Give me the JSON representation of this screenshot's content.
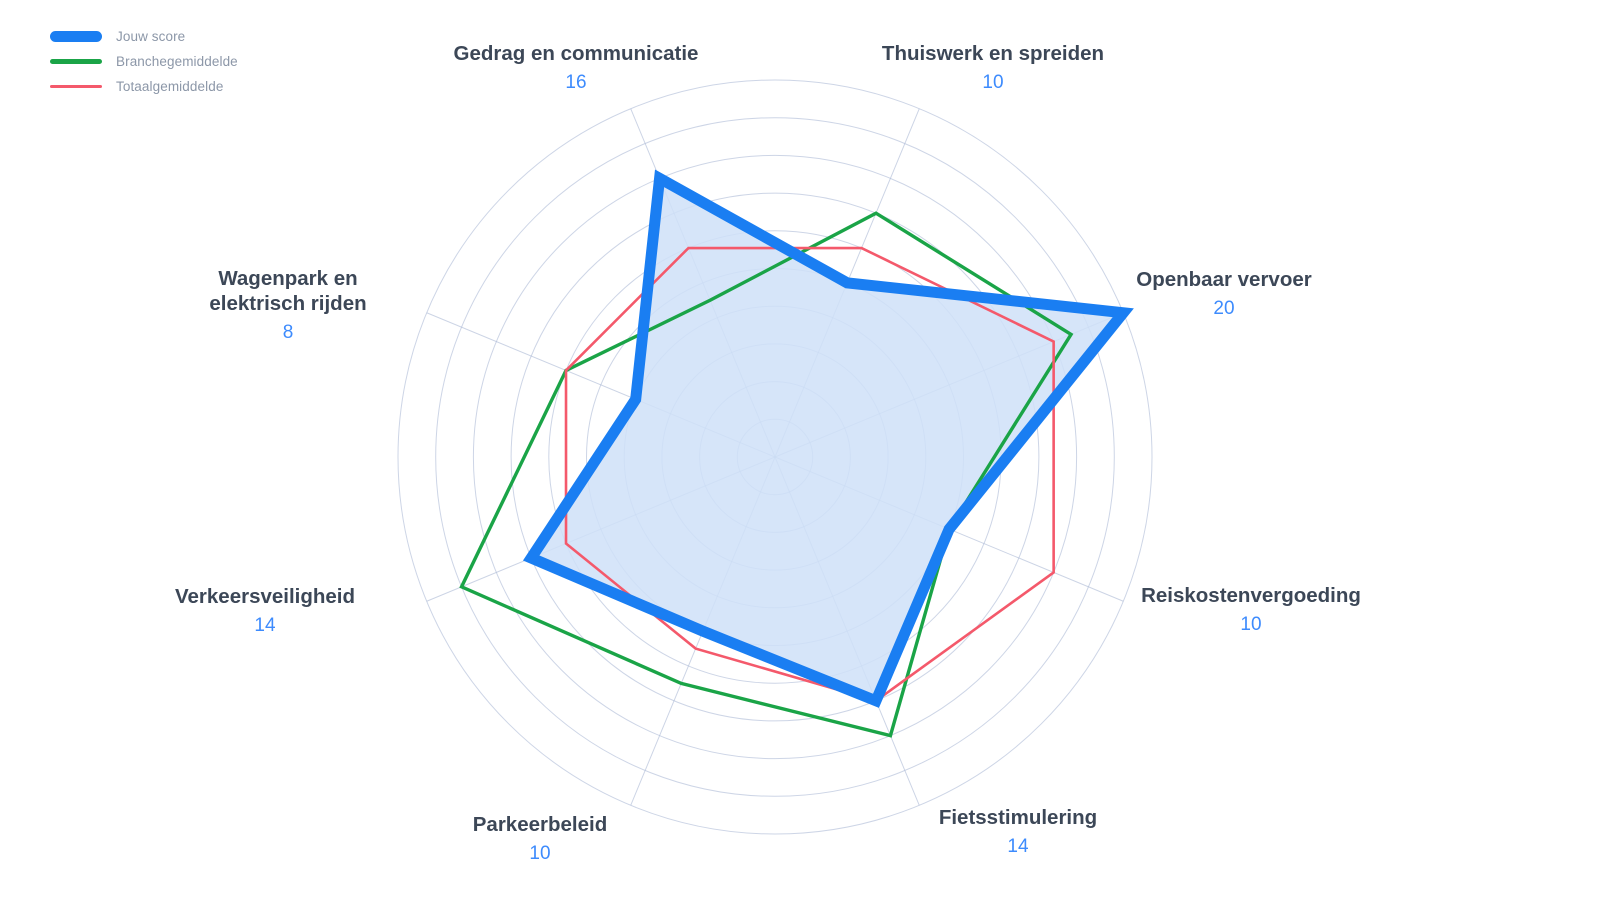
{
  "legend": {
    "items": [
      {
        "label": "Jouw score",
        "color": "#1a7ef2",
        "thickness": 11
      },
      {
        "label": "Branchegemiddelde",
        "color": "#1aa447",
        "thickness": 5
      },
      {
        "label": "Totaalgemiddelde",
        "color": "#f4596b",
        "thickness": 3
      }
    ]
  },
  "chart_data": {
    "type": "radar",
    "title": "",
    "categories": [
      "Gedrag en communicatie",
      "Thuiswerk en spreiden",
      "Openbaar vervoer",
      "Reiskostenvergoeding",
      "Fietsstimulering",
      "Parkeerbeleid",
      "Verkeersveiligheid",
      "Wagenpark en elektrisch rijden"
    ],
    "category_value_labels": [
      "16",
      "10",
      "20",
      "10",
      "14",
      "10",
      "14",
      "8"
    ],
    "series": [
      {
        "name": "Jouw score",
        "color": "#1a7ef2",
        "values": [
          16,
          10,
          20,
          10,
          14,
          10,
          14,
          8
        ]
      },
      {
        "name": "Branchegemiddelde",
        "color": "#1aa447",
        "values": [
          9,
          14,
          17,
          10,
          16,
          13,
          18,
          12
        ]
      },
      {
        "name": "Totaalgemiddelde",
        "color": "#f4596b",
        "values": [
          12,
          12,
          16,
          16,
          14,
          11,
          12,
          12
        ]
      }
    ],
    "rmax": 20,
    "rings": 10,
    "grid": true,
    "legend_position": "top-left",
    "start_angle_deg": -112.5,
    "fill_color": "#cfe1f8",
    "grid_color": "#aebbd6"
  },
  "axis_label_positions": [
    {
      "x": 576,
      "y": 41,
      "lines": [
        "Gedrag en communicatie"
      ],
      "value": "16"
    },
    {
      "x": 993,
      "y": 41,
      "lines": [
        "Thuiswerk en spreiden"
      ],
      "value": "10"
    },
    {
      "x": 1224,
      "y": 267,
      "lines": [
        "Openbaar vervoer"
      ],
      "value": "20"
    },
    {
      "x": 1251,
      "y": 583,
      "lines": [
        "Reiskostenvergoeding"
      ],
      "value": "10"
    },
    {
      "x": 1018,
      "y": 805,
      "lines": [
        "Fietsstimulering"
      ],
      "value": "14"
    },
    {
      "x": 540,
      "y": 812,
      "lines": [
        "Parkeerbeleid"
      ],
      "value": "10"
    },
    {
      "x": 265,
      "y": 584,
      "lines": [
        "Verkeersveiligheid"
      ],
      "value": "14"
    },
    {
      "x": 288,
      "y": 266,
      "lines": [
        "Wagenpark en",
        "elektrisch rijden"
      ],
      "value": "8"
    }
  ]
}
